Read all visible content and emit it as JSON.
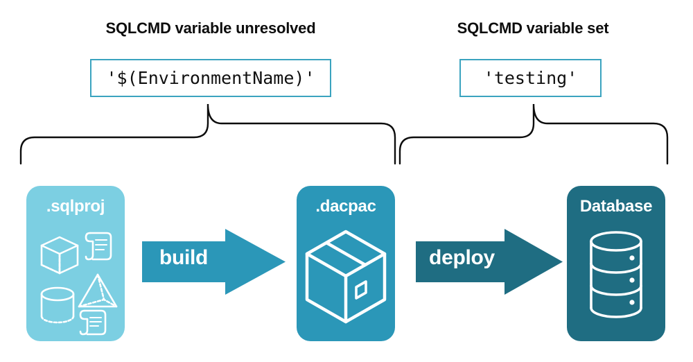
{
  "diagram": {
    "title_left": "SQLCMD variable unresolved",
    "title_right": "SQLCMD variable set",
    "code_left": "'$(EnvironmentName)'",
    "code_right": "'testing'",
    "stages": [
      {
        "label": ".sqlproj",
        "icon": "project-contents-icon",
        "color": "#7ccfe2"
      },
      {
        "label": ".dacpac",
        "icon": "package-box-icon",
        "color": "#2b97b8"
      },
      {
        "label": "Database",
        "icon": "database-cylinder-icon",
        "color": "#1f6d82"
      }
    ],
    "arrows": [
      {
        "label": "build",
        "color": "#2b97b8"
      },
      {
        "label": "deploy",
        "color": "#1f6d82"
      }
    ],
    "brace_left_name": "brace-unresolved-scope",
    "brace_right_name": "brace-set-scope",
    "colors": {
      "light_teal": "#7ccfe2",
      "mid_teal": "#2b97b8",
      "dark_teal": "#1f6d82",
      "border_teal": "#3aa3bf",
      "text_black": "#0d0d0d",
      "white": "#ffffff"
    }
  }
}
